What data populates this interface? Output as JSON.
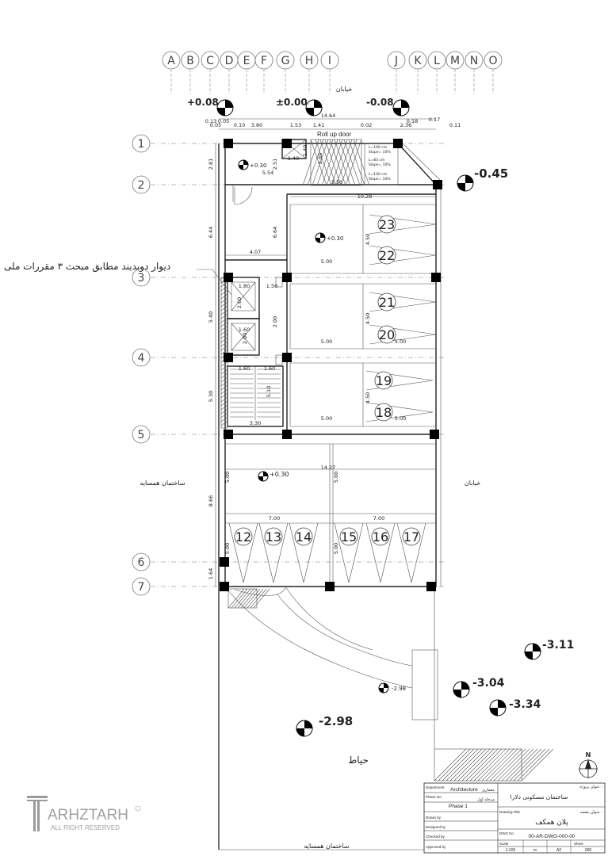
{
  "grid_letters": [
    "A",
    "B",
    "C",
    "D",
    "E",
    "F",
    "G",
    "H",
    "I",
    "J",
    "K",
    "L",
    "M",
    "N",
    "O"
  ],
  "grid_numbers": [
    "1",
    "2",
    "3",
    "4",
    "5",
    "6",
    "7"
  ],
  "street_label": "خیابان",
  "street_label_right": "خیابان",
  "neighbor_building_left": "ساختمان همسایه",
  "neighbor_building_bottom": "ساختمان همسایه",
  "yard_label": "حیاط",
  "wall_note": "دیوار دوبدیند مطابق مبحث ۳ مقررات ملی",
  "roll_up_door": "Roll up door",
  "levels": {
    "lv1": "+0.08",
    "lv2": "±0.00",
    "lv3": "-0.08",
    "lv4": "-0.45",
    "lv5": "+0.30",
    "lv6": "+0.30",
    "lv7": "+0.30",
    "lv8": "-3.11",
    "lv9": "-3.04",
    "lv10": "-3.34",
    "lv11": "-2.98",
    "lv12": "-2.98"
  },
  "ramp_notes": {
    "n1": "L=100 cm",
    "n2": "Slope= 10%",
    "n3": "L=83 cm",
    "n4": "Slope= 10%",
    "n5": "L=100 cm",
    "n6": "Slope= 10%"
  },
  "dimensions": {
    "top_total": "14.64",
    "d013": "0.13",
    "d005a": "0.05",
    "d005b": "0.05",
    "d010": "0.10",
    "d380": "3.80",
    "d153": "1.53",
    "d141": "1.41",
    "d002": "0.02",
    "d236": "2.36",
    "d018": "0.18",
    "d017": "0.17",
    "d011": "0.11",
    "d281": "2.81",
    "d251": "2.51",
    "d140a": "1.40",
    "d140b": "1.40",
    "d285": "2.85",
    "d554": "5.54",
    "d350": "3.50",
    "d1028": "10.28",
    "d644a": "6.44",
    "d644b": "6.64",
    "d407": "4.07",
    "d450a": "4.50",
    "d500a": "5.00",
    "d180": "1.80",
    "d150": "1.50",
    "d260": "2.60",
    "d540": "5.40",
    "d200a": "2.00",
    "d450b": "4.50",
    "d160a": "1.60",
    "d200b": "2.00",
    "d500b": "5.00",
    "d500c": "5.00",
    "d160b": "1.60",
    "d160c": "1.60",
    "d530": "5.30",
    "d510": "5.10",
    "d450c": "4.50",
    "d330": "3.30",
    "d500d": "5.00",
    "d500e": "5.00",
    "d1427": "14.27",
    "d866": "8.66",
    "d500f": "5.00",
    "d500g": "5.00",
    "d700a": "7.00",
    "d700b": "7.00",
    "d500h": "5.00",
    "d500i": "5.00",
    "d164": "1.64"
  },
  "parking_spots": [
    "23",
    "22",
    "21",
    "20",
    "19",
    "18",
    "12",
    "13",
    "14",
    "15",
    "16",
    "17"
  ],
  "title_block": {
    "project_title_label": "عنوان پروژه :",
    "project_title": "ساختمان مسکونی دلارا",
    "department_label": "Department",
    "department": "Architecture",
    "department_fa": "معماری",
    "phase_label": "Phase No",
    "phase": "Phase 1",
    "phase_fa": "مرحله اول",
    "drawing_title_label": "Drawing Title",
    "drawing_title_fa_label": "عنوان نقشه :",
    "drawing_title": "پلان همکف",
    "drawn_label": "Drawn by",
    "designed_label": "Designed by",
    "checked_label": "Checked by",
    "approved_label": "Approved by",
    "dwg_no_label": "DWG No",
    "dwg_no": "00-AR-DWG-000-00",
    "scale_label": "Scale",
    "scale": "1:100",
    "unit": "m",
    "size": "A2",
    "sheet_label": "Sheet",
    "sheet": "000",
    "logo_text": "ARHZTARH",
    "logo_sub": "ALL RIGHT RESERVED"
  }
}
